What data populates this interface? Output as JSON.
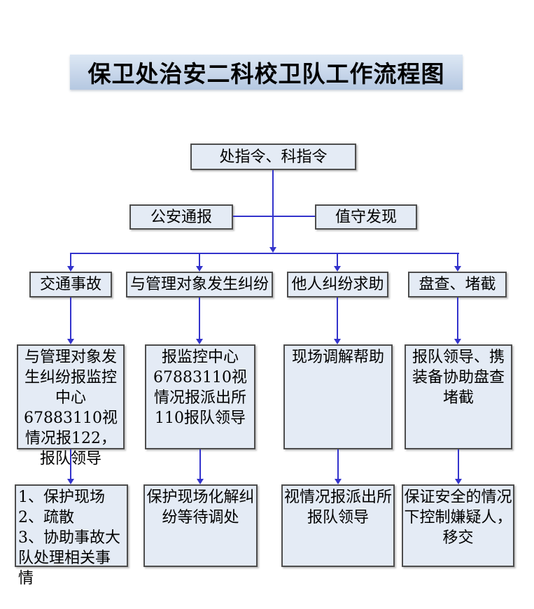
{
  "title": "保卫处治安二科校卫队工作流程图",
  "flowchart": {
    "top": {
      "label": "处指令、科指令"
    },
    "sources": [
      {
        "label": "公安通报"
      },
      {
        "label": "值守发现"
      }
    ],
    "categories": [
      {
        "label": "交通事故"
      },
      {
        "label": "与管理对象发生纠纷"
      },
      {
        "label": "他人纠纷求助"
      },
      {
        "label": "盘查、堵截"
      }
    ],
    "actions": [
      {
        "label": "与管理对象发生纠纷报监控中心67883110视情况报122，报队领导"
      },
      {
        "label": "报监控中心67883110视情况报派出所110报队领导"
      },
      {
        "label": "现场调解帮助"
      },
      {
        "label": "报队领导、携装备协助盘查堵截"
      }
    ],
    "outcomes": [
      {
        "label": "1、保护现场\n2、疏散\n3、协助事故大队处理相关事情"
      },
      {
        "label": "保护现场化解纠纷等待调处"
      },
      {
        "label": "视情况报派出所报队领导"
      },
      {
        "label": "保证安全的情况下控制嫌疑人，移交"
      }
    ]
  },
  "colors": {
    "connector_blue": "#3333cc",
    "box_fill": "#e4ebf5",
    "box_border": "#4d4d4d",
    "banner_gradient_top": "#dde8f4",
    "banner_gradient_bottom": "#b5c8e1",
    "title_color": "#000000"
  }
}
